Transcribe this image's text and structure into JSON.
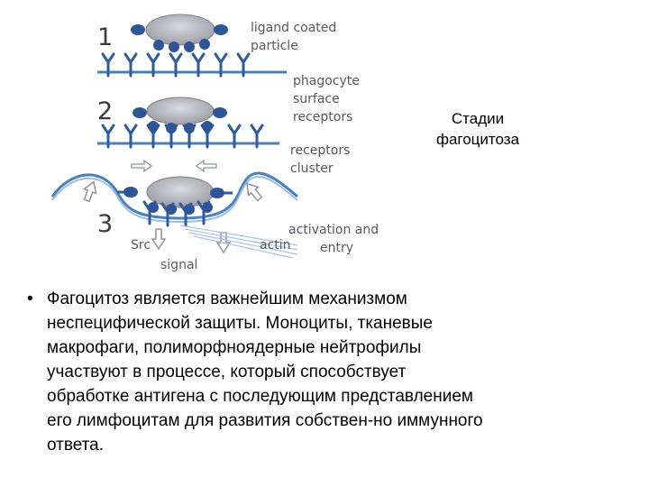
{
  "diagram": {
    "stage_numbers": [
      "1",
      "2",
      "3"
    ],
    "labels": {
      "ligand_particle": [
        "ligand coated",
        "particle"
      ],
      "surface_receptors": [
        "phagocyte",
        "surface",
        "receptors"
      ],
      "receptors_cluster": [
        "receptors",
        "cluster"
      ],
      "activation_entry": [
        "activation and",
        "entry"
      ],
      "src": "Src",
      "actin": "actin",
      "signal": "signal"
    },
    "colors": {
      "membrane": "#4a7fc0",
      "receptor": "#2e5d9a",
      "ligand": "#2f5597",
      "particle_fill": "#a9aab3",
      "arrow": "#9aa0a8"
    }
  },
  "caption": [
    "Стадии",
    "фагоцитоза"
  ],
  "bullet": {
    "mark": "•",
    "lines": [
      "Фагоцитоз является важнейшим механизмом",
      "неспецифической защиты. Моноциты, тканевые",
      "макрофаги, полиморфноядерные нейтрофилы",
      "участвуют в процессе, который способствует",
      "обработке антигена с последующим представлением",
      "его лимфоцитам для развития собствен-но иммунного",
      "ответа."
    ]
  }
}
